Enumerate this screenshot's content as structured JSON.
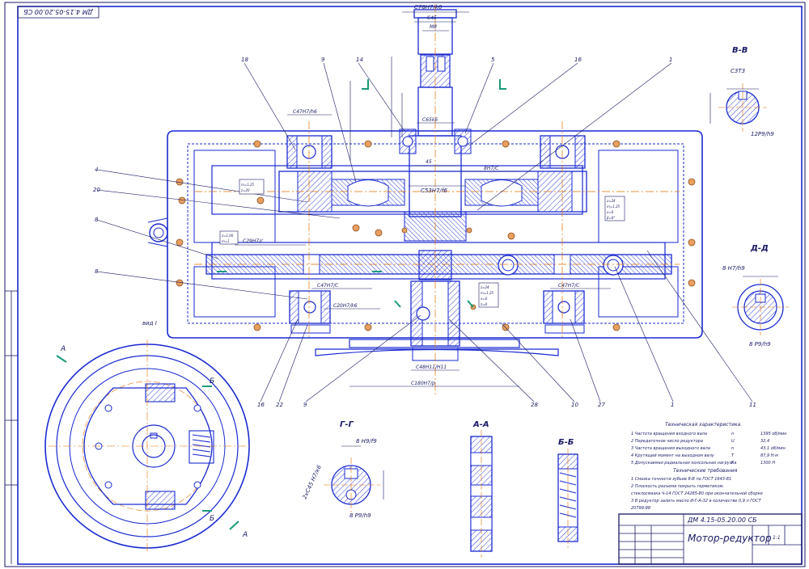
{
  "drawing": {
    "stamp_code": "ДМ 4.15-05.20.00 СБ",
    "stamp_code_rotated": "ДМ 4.15-05.20.00 СБ",
    "title_name": "Мотор-редуктор",
    "scale": "1:1"
  },
  "sections": {
    "bb_right": "В-В",
    "dd_right": "Д-Д",
    "gg": "Г-Г",
    "aa": "А-А",
    "bb": "Б-Б",
    "view_i": "вид I"
  },
  "callouts": [
    "18",
    "9",
    "14",
    "5",
    "16",
    "1",
    "4",
    "20",
    "8",
    "8",
    "16",
    "22",
    "9",
    "28",
    "10",
    "27",
    "1",
    "11"
  ],
  "dimensions": {
    "top1": "С78Н7/k6",
    "top2": "С45",
    "top3": "М8",
    "shaft_fit": "С65k6",
    "d45": "45",
    "d53": "С53Н7/f6",
    "left_bearing": "С47Н7/h6",
    "right_bearing": "8Н7/С",
    "mid_left": "С29Н7/с",
    "low_left": "С47Н7/С",
    "low_right": "С47Н7/С",
    "low2": "С20Н7/k6",
    "bottom1": "С48Н11/Н11",
    "bottom2": "С180Н7/р",
    "bv_a": "С3Т3",
    "bv_b": "12Р9/h9",
    "dd_a": "8 Н7/h9",
    "dd_b": "8 Р9/h9",
    "gg_a": "8 Н9/f9",
    "gg_b": "8 Р9/h9",
    "gg_c": "2хС45 Н7/к6"
  },
  "tech": {
    "title": "Техническая характеристика",
    "lines": [
      "1 Частота вращения входного вала",
      "2 Передаточное число редуктора",
      "3 Частота вращения выходного вала",
      "4 Крутящий момент на выходном валу",
      "5 Допускаемая радиальная консольная нагрузка"
    ],
    "units": [
      "n",
      "U",
      "n",
      "T",
      "F"
    ],
    "values": [
      "1395 об/мин",
      "32,4",
      "43,1 об/мин",
      "87,9 Н·м",
      "1300 Н"
    ],
    "req_title": "Технические требования",
    "req_lines": [
      "1 Смазка точности зубьев 8-В по ГОСТ 1643-81",
      "2 Плоскость разъема покрыть герметиком.",
      "  стеклосмазка Ч-14 ГОСТ 24285-80 при окончательной сборке",
      "3 В редуктор залить масло И-Г-А-32 в количестве 0,9 л ГОСТ",
      "  20799-88"
    ]
  },
  "gear_tables": {
    "t1": [
      "m=1,25",
      "z=20"
    ],
    "t2": [
      "z=24",
      "m=1,25",
      "x=0",
      "β=8°"
    ],
    "t3": [
      "z=1,00",
      "m=1"
    ],
    "t4": [
      "z=24",
      "m=1,25",
      "x=0",
      "z=8"
    ]
  },
  "colors": {
    "line": "#1a2ad0",
    "thin": "#1a1a66",
    "center": "#e07000",
    "hatch": "#1a2ad0",
    "accent": "#1a9a7a",
    "bolt": "#8a5020"
  }
}
